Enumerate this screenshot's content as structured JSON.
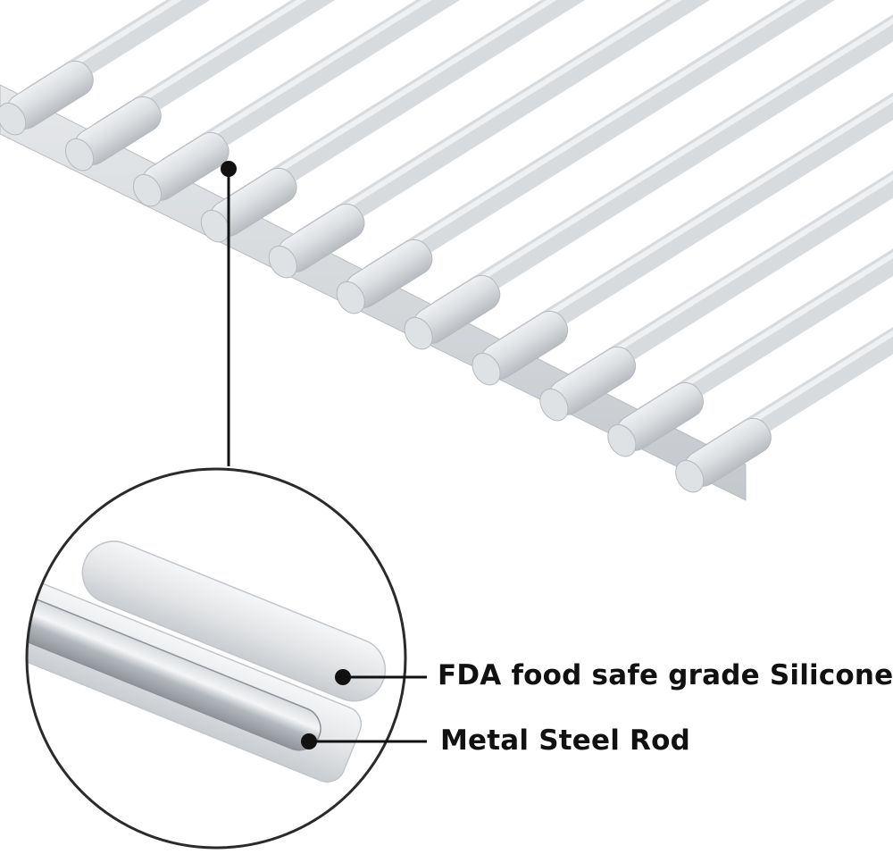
{
  "image": {
    "subject": "roll-up dish drying rack closeup",
    "colors": {
      "background": "#ffffff",
      "silicone": "#d9dcdf",
      "silicone_shadow": "#b9bdc1",
      "silicone_highlight": "#eef0f2",
      "steel": "#a9aeb3",
      "callout_line": "#111111"
    },
    "callouts": [
      {
        "text": "FDA food safe grade Silicone"
      },
      {
        "text": "Metal Steel Rod"
      }
    ]
  }
}
